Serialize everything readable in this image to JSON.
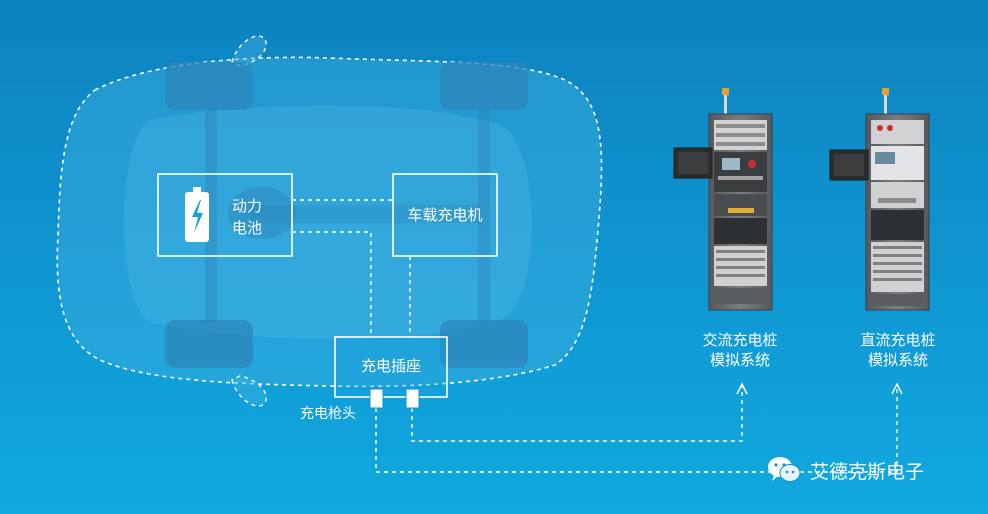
{
  "diagram": {
    "battery_label_line1": "动力",
    "battery_label_line2": "电池",
    "obc_label": "车载充电机",
    "inlet_label": "充电插座",
    "connector_label": "充电枪头",
    "ac_sim_line1": "交流充电桩",
    "ac_sim_line2": "模拟系统",
    "dc_sim_line1": "直流充电桩",
    "dc_sim_line2": "模拟系统"
  },
  "watermark": {
    "text": "艾德克斯电子",
    "icon": "wechat-icon"
  },
  "colors": {
    "background_top": "#0d82c0",
    "background_bottom": "#12a9e0",
    "line": "#ffffff",
    "car_body": "#3fb0e0",
    "cabinet": "#6a6e72"
  }
}
